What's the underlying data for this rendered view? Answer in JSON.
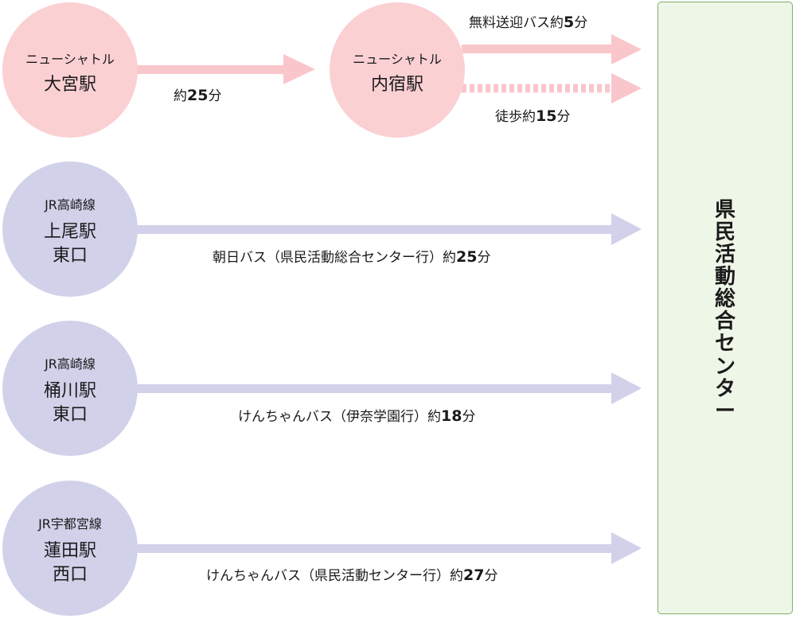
{
  "colors": {
    "pink_node": "#fbd0d3",
    "pink_arrow": "#f9c6cb",
    "lavender_node": "#d2d1ea",
    "lavender_arrow": "#d2d1ea",
    "dest_fill": "#eef6e8",
    "dest_border": "#7fae6a"
  },
  "nodes": {
    "omiya": {
      "line": "ニューシャトル",
      "station": "大宮駅"
    },
    "uchijuku": {
      "line": "ニューシャトル",
      "station": "内宿駅"
    },
    "ageo": {
      "line": "JR高崎線",
      "station": "上尾駅",
      "exit": "東口"
    },
    "okegawa": {
      "line": "JR高崎線",
      "station": "桶川駅",
      "exit": "東口"
    },
    "hasuda": {
      "line": "JR宇都宮線",
      "station": "蓮田駅",
      "exit": "西口"
    }
  },
  "routes": {
    "omiya_uchijuku": {
      "prefix": "約",
      "num": "25",
      "suffix": "分"
    },
    "shuttle_bus": {
      "prefix": "無料送迎バス約",
      "num": "5",
      "suffix": "分"
    },
    "walk": {
      "prefix": "徒歩約",
      "num": "15",
      "suffix": "分"
    },
    "ageo_bus": {
      "prefix": "朝日バス（県民活動総合センター行）約",
      "num": "25",
      "suffix": "分"
    },
    "okegawa_bus": {
      "prefix": "けんちゃんバス（伊奈学園行）約",
      "num": "18",
      "suffix": "分"
    },
    "hasuda_bus": {
      "prefix": "けんちゃんバス（県民活動センター行）約",
      "num": "27",
      "suffix": "分"
    }
  },
  "destination": {
    "name": "県民活動総合センター",
    "chars": [
      "県",
      "民",
      "活",
      "動",
      "総",
      "合",
      "セ",
      "ン",
      "タ",
      "ー"
    ]
  }
}
